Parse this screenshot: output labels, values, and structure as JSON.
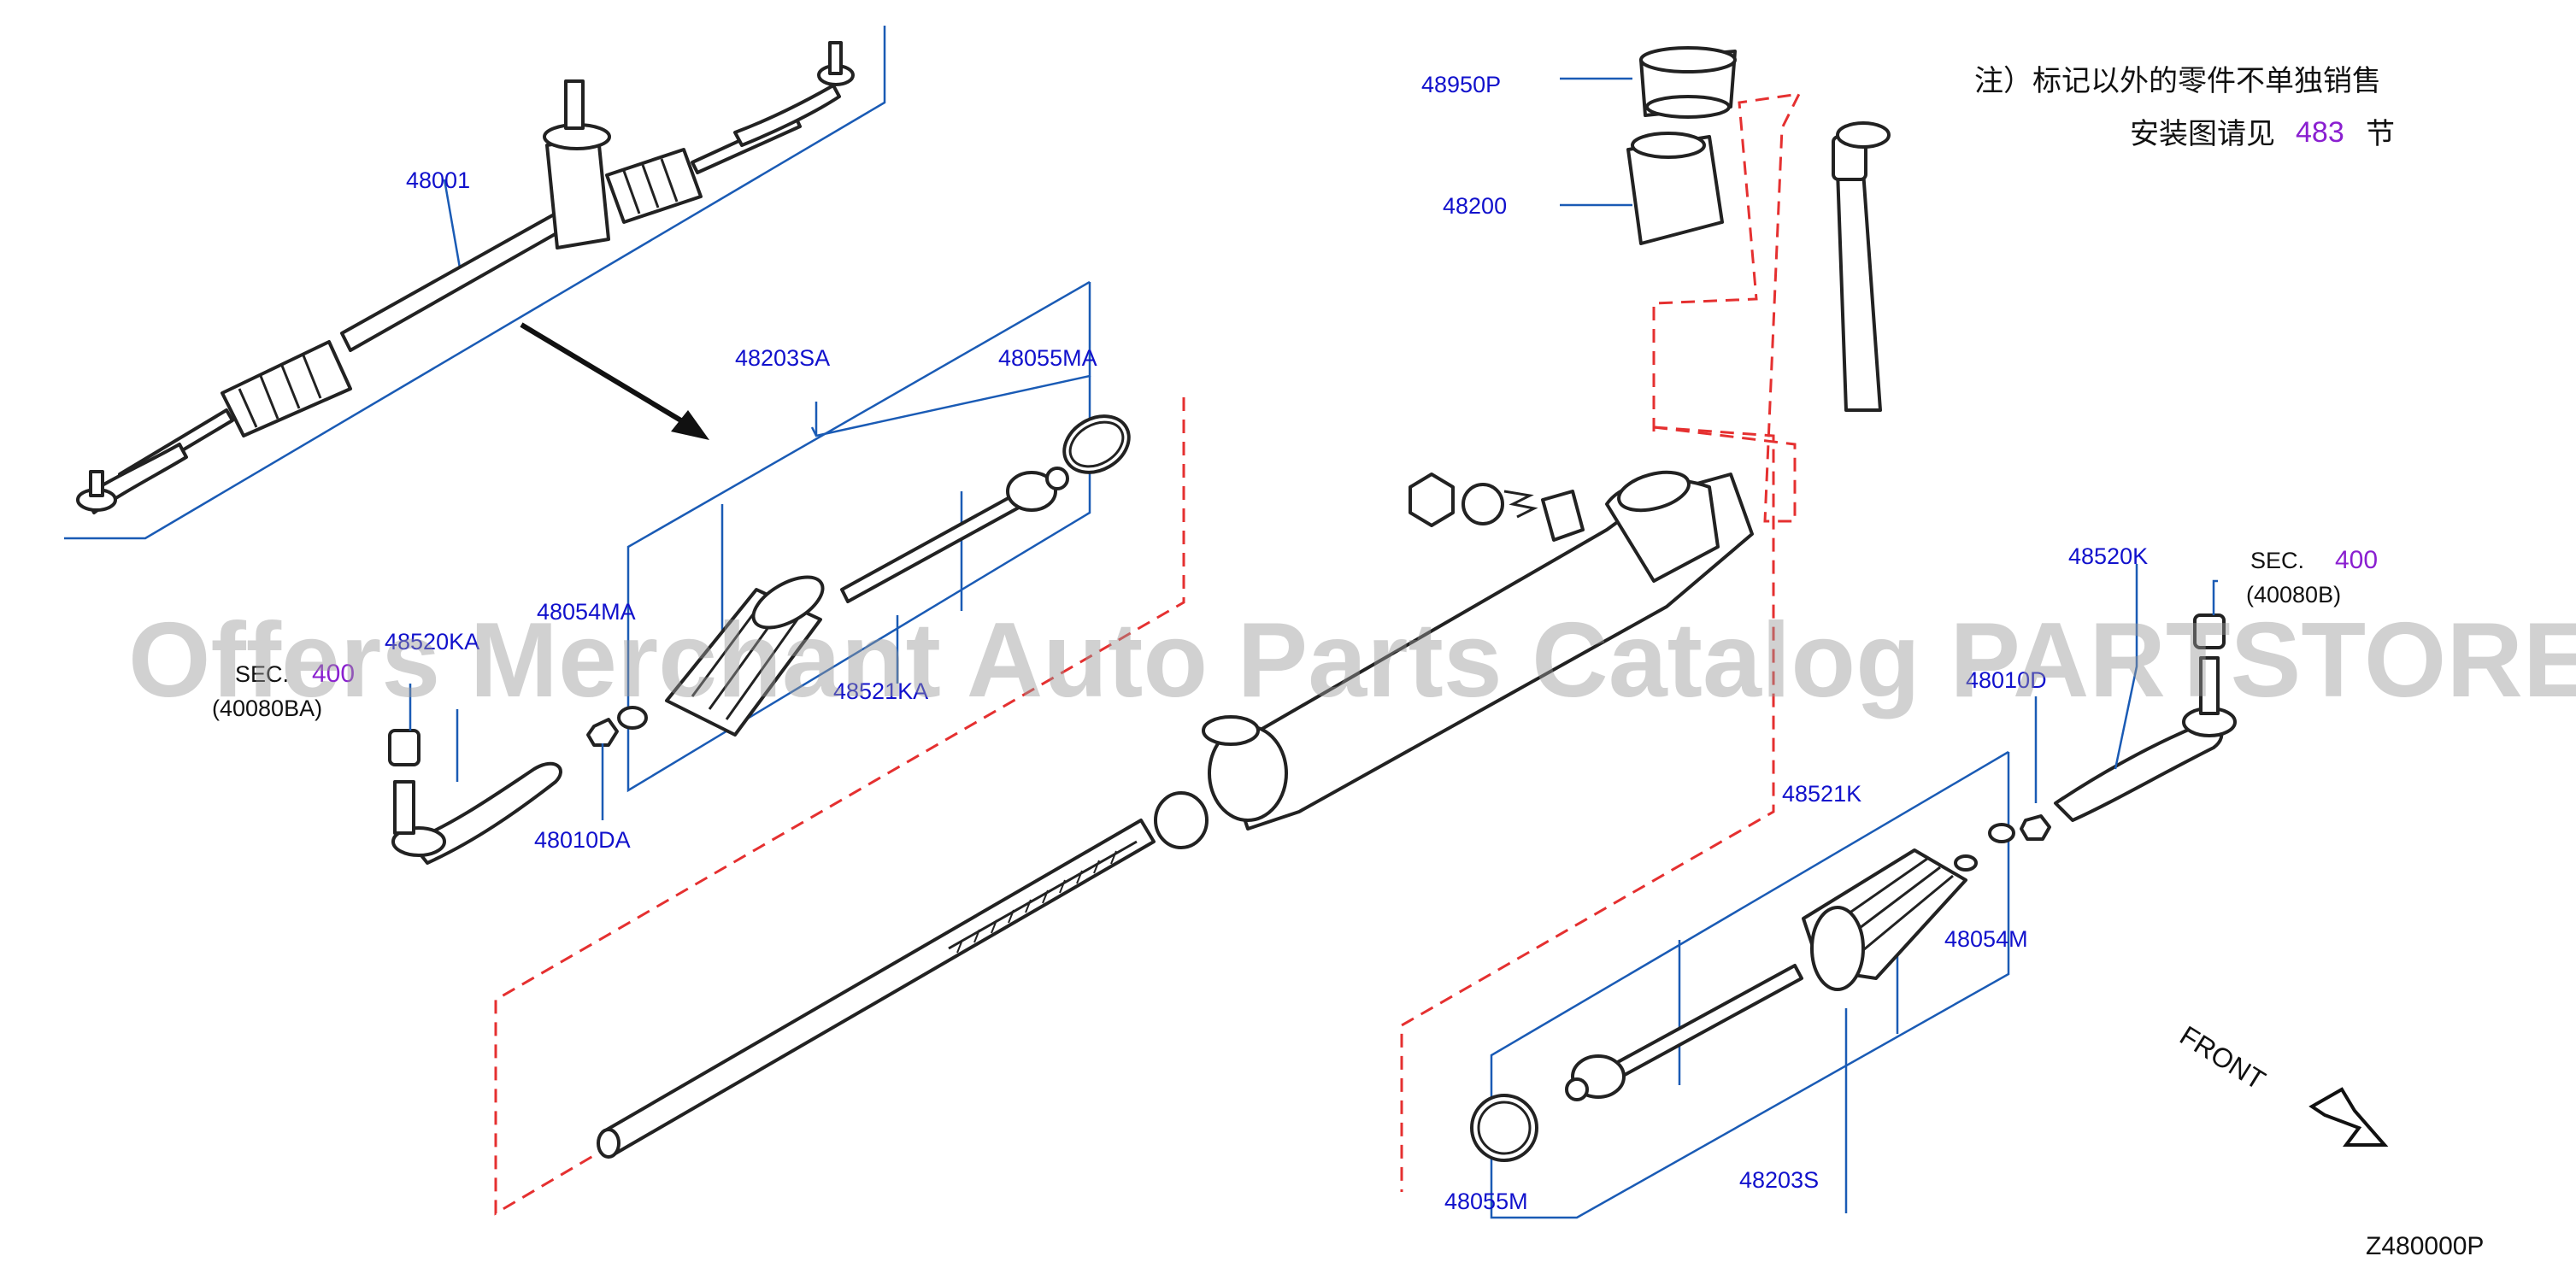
{
  "labels": {
    "p48001": "48001",
    "p48203SA": "48203SA",
    "p48055MA": "48055MA",
    "p48054MA": "48054MA",
    "p48520KA": "48520KA",
    "p48521KA": "48521KA",
    "p48010DA": "48010DA",
    "p48950P": "48950P",
    "p48200": "48200",
    "p48520K": "48520K",
    "p48010D": "48010D",
    "p48521K": "48521K",
    "p48054M": "48054M",
    "p48055M": "48055M",
    "p48203S": "48203S"
  },
  "section_refs": {
    "left": {
      "prefix": "SEC.",
      "number": "400",
      "code": "(40080BA)"
    },
    "right": {
      "prefix": "SEC.",
      "number": "400",
      "code": "(40080B)"
    }
  },
  "note": {
    "line1": "注）标记以外的零件不单独销售",
    "line2_prefix": "安装图请见",
    "line2_number": "483",
    "line2_suffix": "节"
  },
  "front_label": "FRONT",
  "diagram_code": "Z480000P",
  "watermark": "Offers Merchant Auto Parts Catalog PARTSTORE.SA",
  "colors": {
    "label_blue": "#1111cc",
    "leader_blue": "#1a5bb5",
    "dash_red": "#e53030",
    "section_purple": "#8a1fd0"
  }
}
